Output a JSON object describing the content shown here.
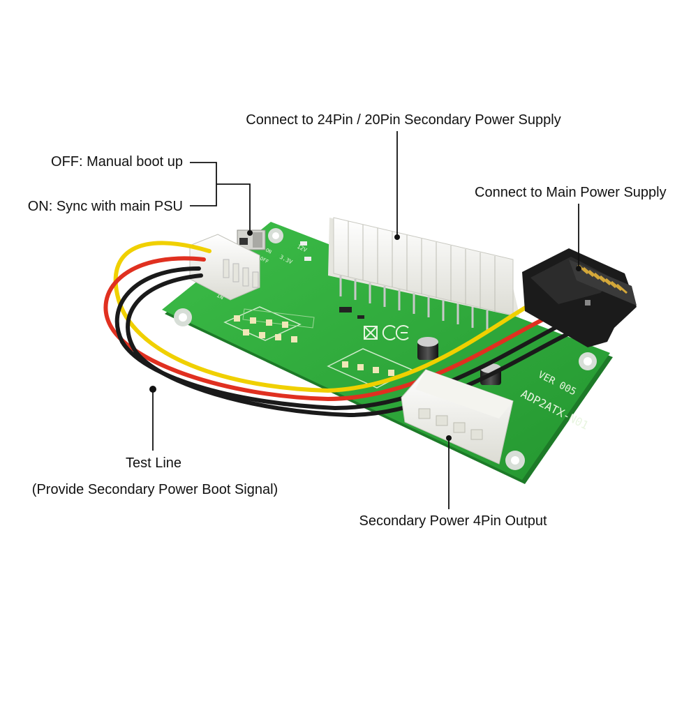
{
  "labels": {
    "off_mode": "OFF: Manual boot up",
    "on_mode": "ON: Sync with main PSU",
    "secondary_psu": "Connect to 24Pin / 20Pin Secondary Power Supply",
    "main_psu": "Connect to Main Power Supply",
    "test_line": "Test Line",
    "test_line_note": "(Provide Secondary Power Boot Signal)",
    "output_4pin": "Secondary Power 4Pin Output"
  },
  "board": {
    "model": "ADP2ATX-N01",
    "version": "VER 005",
    "silk_12v": "12V",
    "silk_33v": "3.3V",
    "silk_off": "OFF",
    "silk_on": "ON",
    "silk_in": "IN"
  },
  "colors": {
    "pcb": "#2faa3c",
    "connector": "#f7f7f2",
    "sata": "#1b1b1b",
    "wire_yellow": "#f0d000",
    "wire_red": "#e03020",
    "wire_black": "#1a1a1a"
  }
}
